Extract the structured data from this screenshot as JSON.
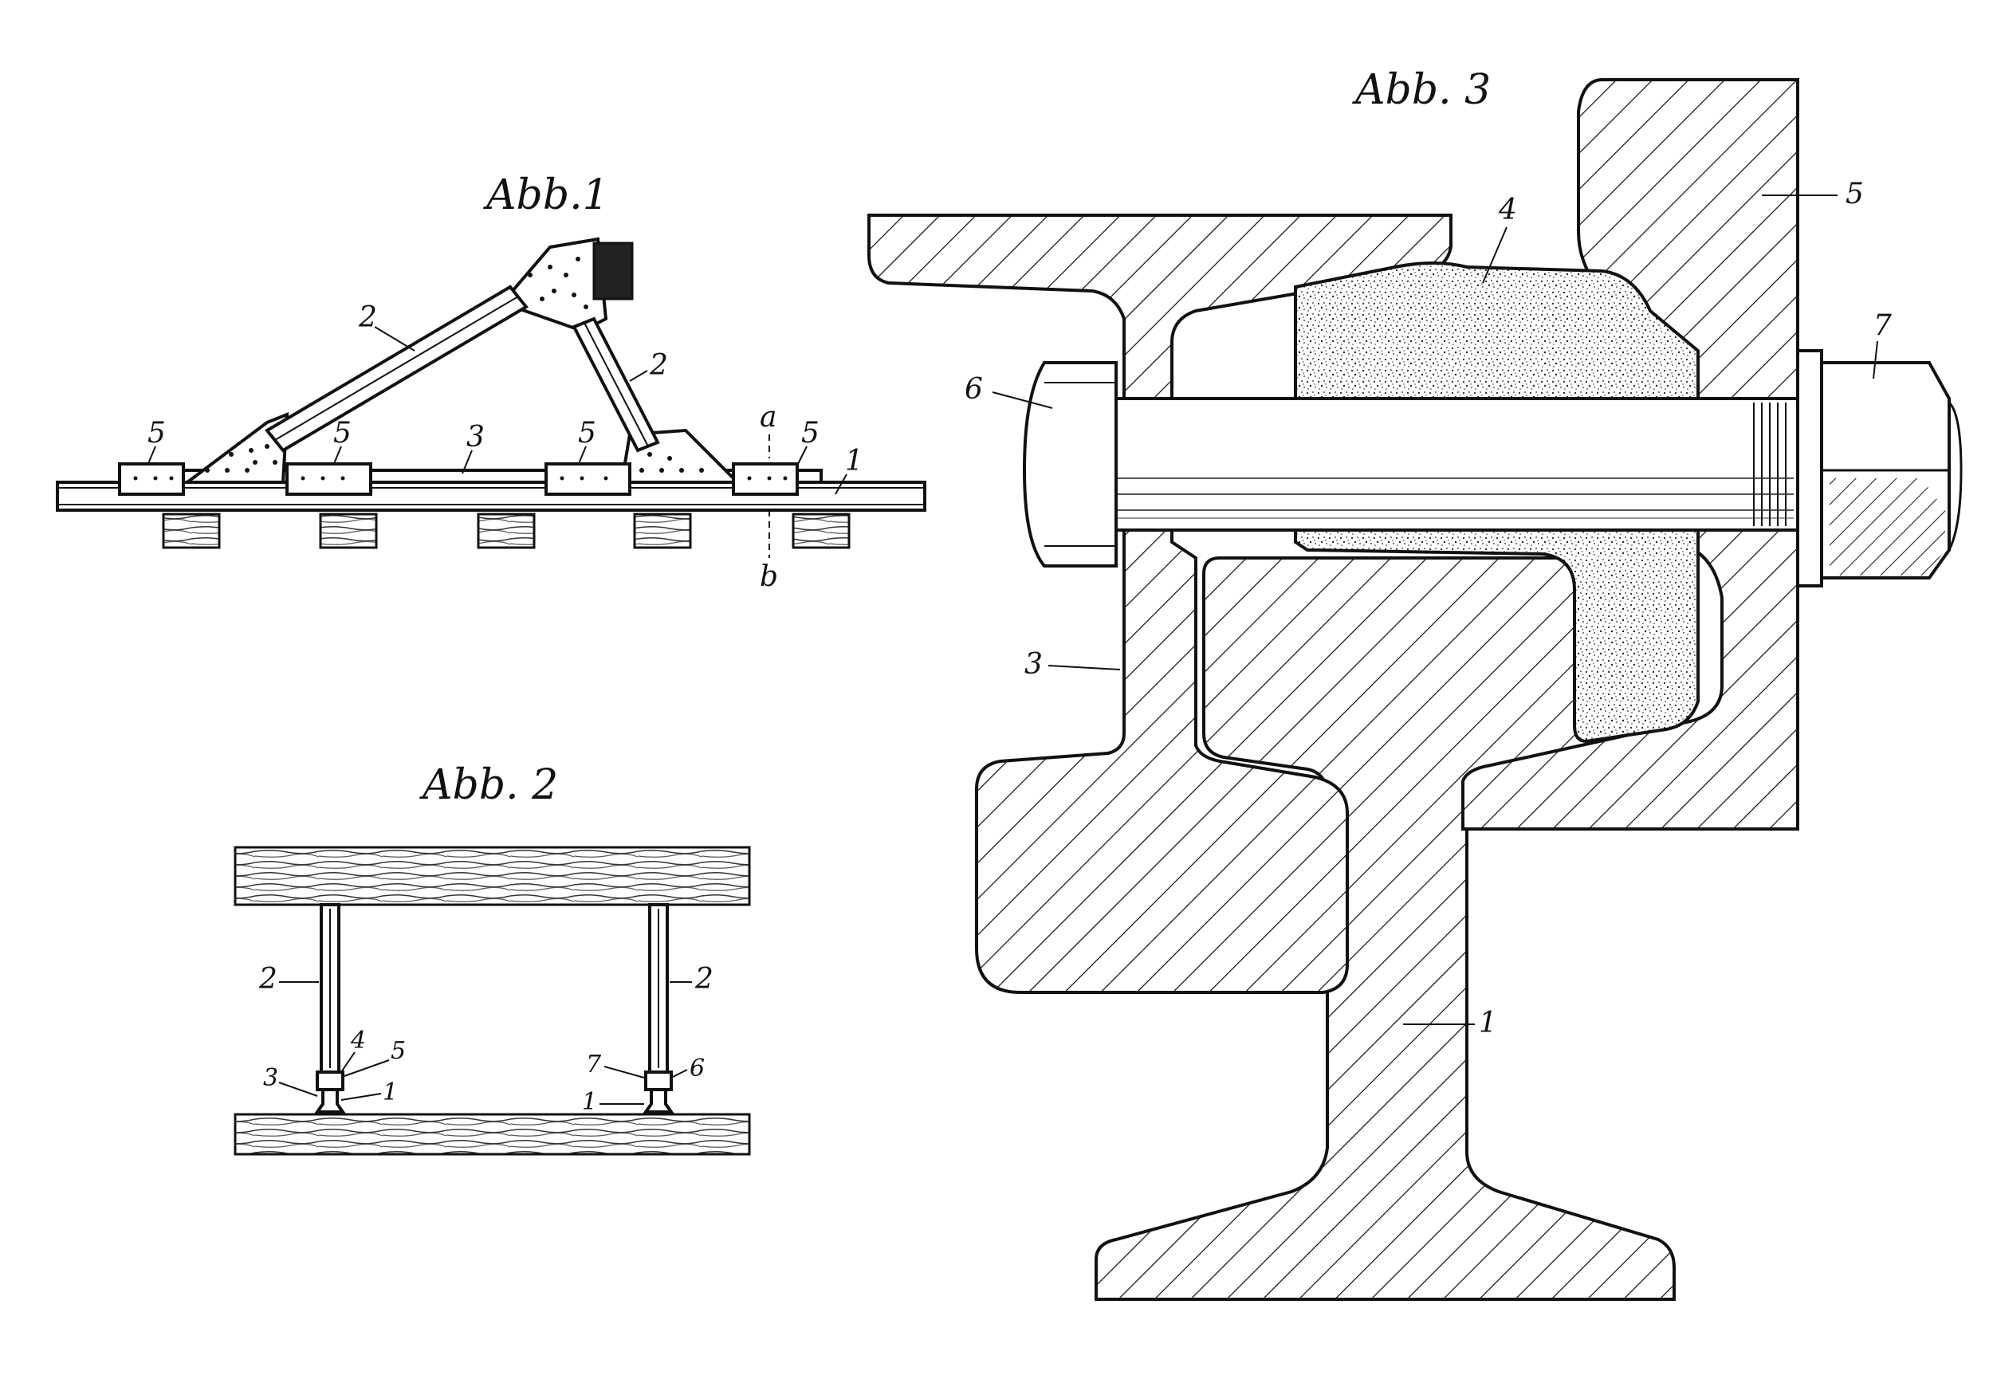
{
  "figures": {
    "fig1": {
      "title": "Abb.1",
      "labels": {
        "beam": "2",
        "strut": "2",
        "tie": "3",
        "rail": "1",
        "section_top": "a",
        "section_bottom": "b",
        "clamp": "5"
      }
    },
    "fig2": {
      "title": "Abb. 2",
      "labels": {
        "strut_left": "2",
        "strut_right": "2",
        "p3": "3",
        "p4": "4",
        "p5": "5",
        "p1_left": "1",
        "p7": "7",
        "p6": "6",
        "p1_right": "1"
      }
    },
    "fig3": {
      "title": "Abb. 3",
      "labels": {
        "rail": "1",
        "clamp_left": "3",
        "filler": "4",
        "clamp_right": "5",
        "bolt_head": "6",
        "nut": "7"
      }
    }
  },
  "colors": {
    "ink": "#111111",
    "paper": "#ffffff"
  }
}
